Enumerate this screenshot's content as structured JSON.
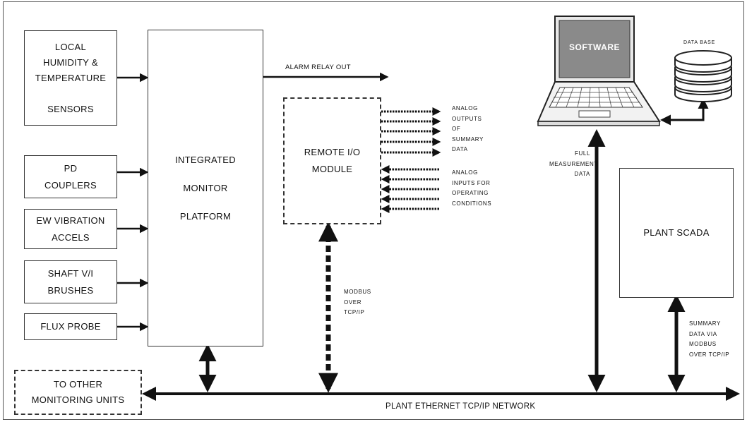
{
  "inputs": {
    "humidity_temp": "LOCAL\nHUMIDITY &\nTEMPERATURE\n\nSENSORS",
    "pd_couplers": "PD\nCOUPLERS",
    "ew_vibration": "EW VIBRATION\nACCELS",
    "shaft_brushes": "SHAFT V/I\nBRUSHES",
    "flux_probe": "FLUX PROBE"
  },
  "integrated_monitor": "INTEGRATED\n\nMONITOR\n\nPLATFORM",
  "alarm_relay_out": "ALARM RELAY OUT",
  "remote_io": {
    "label": "REMOTE I/O\nMODULE",
    "outputs_label": "ANALOG\nOUTPUTS\nOF\nSUMMARY\nDATA",
    "inputs_label": "ANALOG\nINPUTS FOR\nOPERATING\nCONDITIONS"
  },
  "modbus_label": "MODBUS\nOVER\nTCP/IP",
  "other_units": "TO OTHER\nMONITORING UNITS",
  "network_label": "PLANT ETHERNET TCP/IP NETWORK",
  "software_label": "SOFTWARE",
  "database_label": "DATA BASE",
  "full_measurement": "FULL\nMEASUREMENT\nDATA",
  "plant_scada": "PLANT SCADA",
  "summary_modbus": "SUMMARY\nDATA VIA\nMODBUS\nOVER TCP/IP",
  "colors": {
    "line": "#111111",
    "border": "#333333",
    "screen": "#8a8a8a",
    "screen_text": "#ffffff"
  }
}
